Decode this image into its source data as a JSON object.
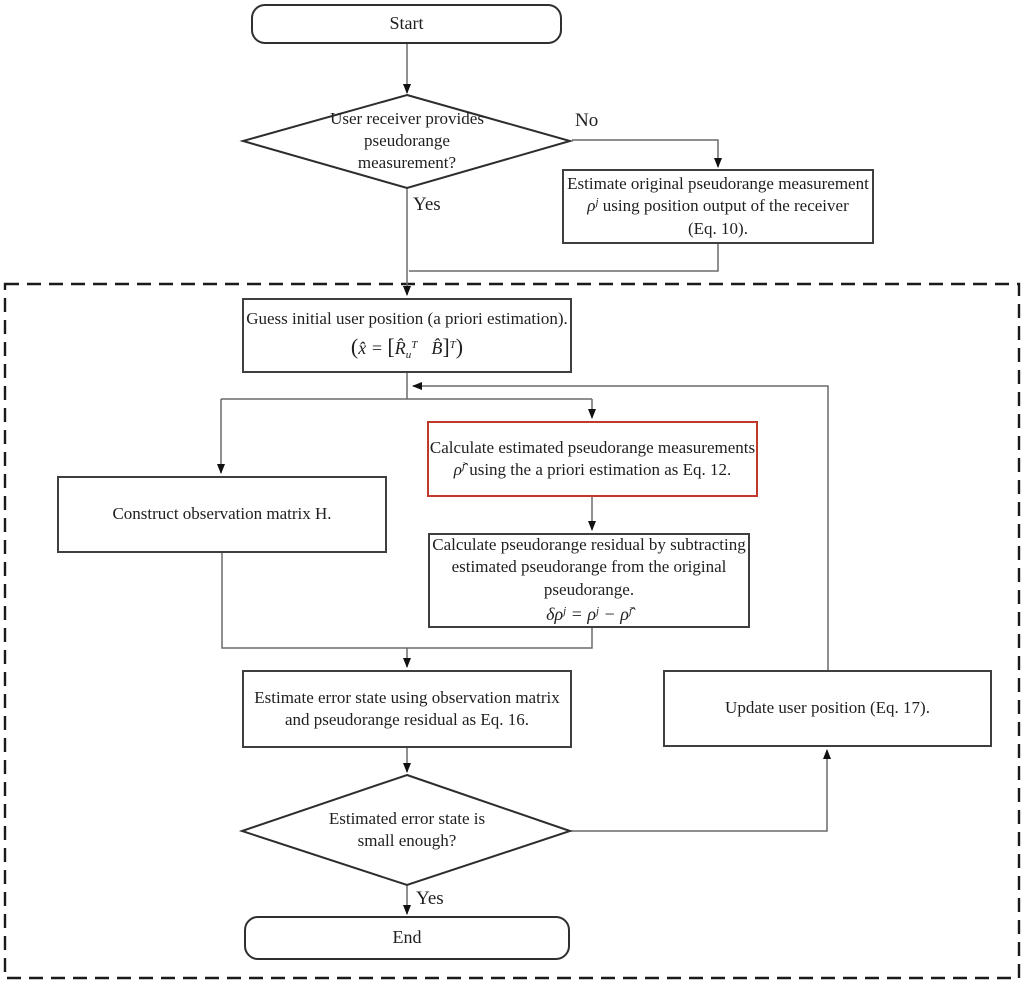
{
  "diagram": {
    "nodes": {
      "start": "Start",
      "decision1": [
        "User receiver provides",
        "pseudorange",
        "measurement?"
      ],
      "estimate_original": {
        "line1": "Estimate original pseudorange measurement",
        "sym": "ρ",
        "sup": "j",
        "line2_rest": " using position output of the receiver",
        "line3": "(Eq. 10)."
      },
      "guess": {
        "line1": "Guess initial user position (a priori estimation).",
        "f": {
          "open": "(",
          "x": "x̂",
          "eq": " = ",
          "lb": "[",
          "R": "R̂",
          "u": "u",
          "T": "T",
          "B": "B̂",
          "rb": "]",
          "T2": "T",
          "close": ")"
        }
      },
      "construct": "Construct observation matrix H.",
      "calc_est": {
        "line1": "Calculate estimated pseudorange measurements",
        "sym": "ρ̂",
        "sup": "j",
        "line2_rest": " using the a priori estimation as Eq. 12."
      },
      "residual": {
        "line1": "Calculate pseudorange residual by subtracting",
        "line2": "estimated pseudorange from the original",
        "line3": "pseudorange.",
        "f": {
          "lhs": "δρ",
          "j1": "j",
          "eq": " = ",
          "r": "ρ",
          "j2": "j",
          "minus": " − ",
          "rh": "ρ̂",
          "j3": "j"
        }
      },
      "est_error": [
        "Estimate error state using observation matrix",
        "and pseudorange residual as Eq. 16."
      ],
      "decision2": [
        "Estimated error state is",
        "small enough?"
      ],
      "update": "Update user position (Eq. 17).",
      "end": "End"
    },
    "edge_labels": {
      "no": "No",
      "yes1": "Yes",
      "yes2": "Yes"
    },
    "colors": {
      "box_border": "#3f3f3f",
      "red_border": "#c0392b",
      "line": "#6a6a6a",
      "arrow": "#111111",
      "text": "#1f1f1f",
      "dashed_border": "#1a1a1a"
    }
  }
}
